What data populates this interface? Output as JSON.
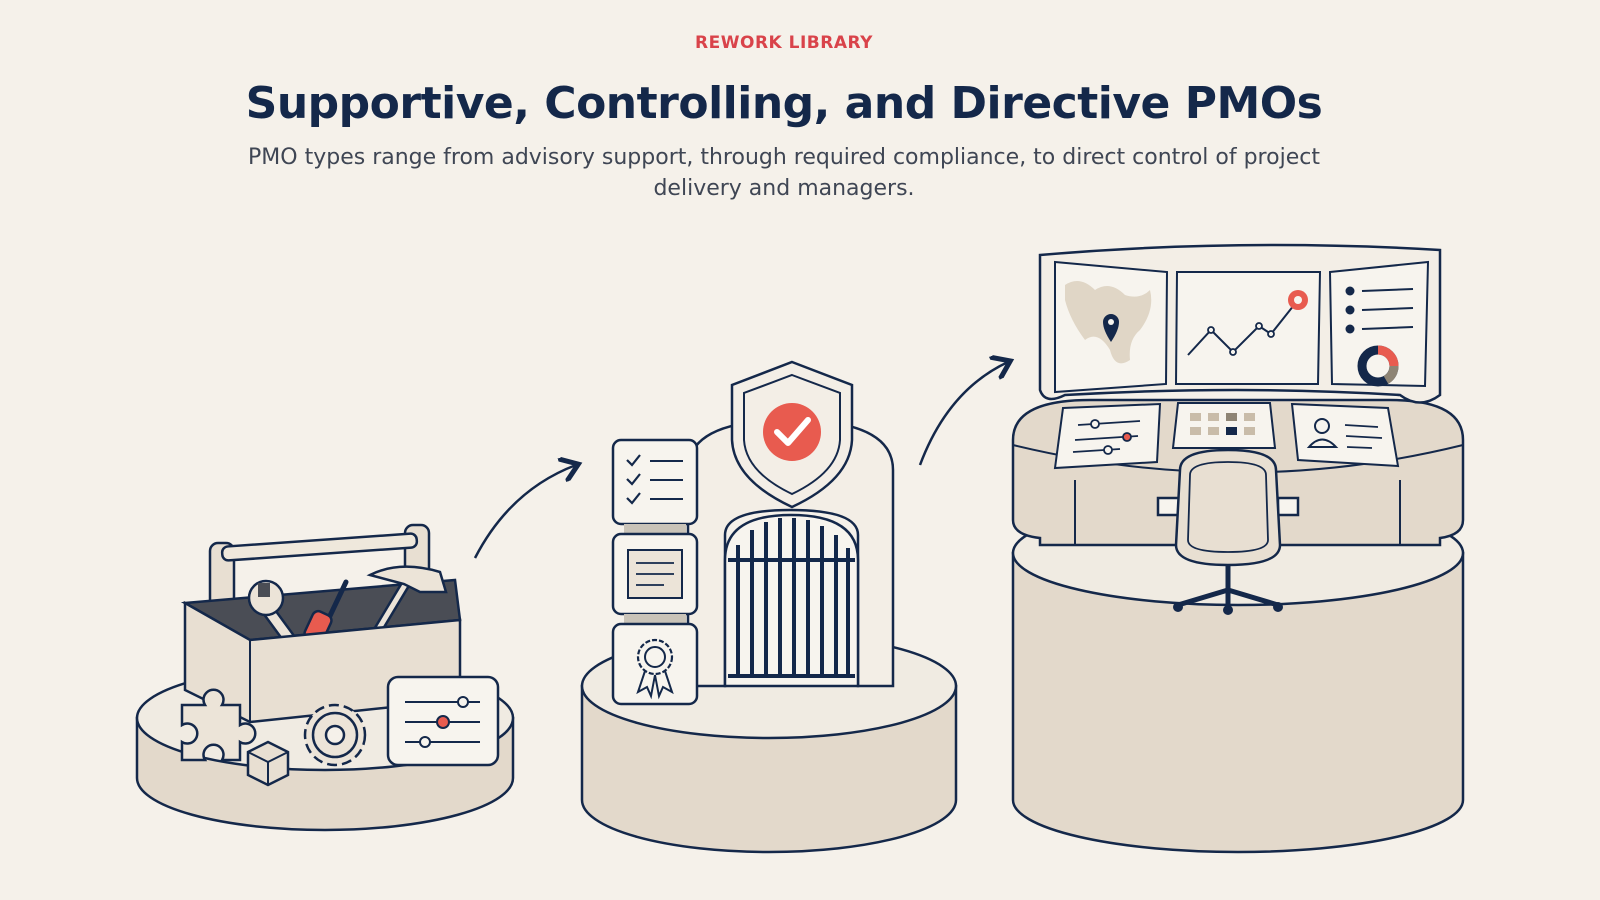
{
  "header": {
    "eyebrow": "REWORK LIBRARY",
    "title": "Supportive, Controlling, and Directive PMOs",
    "subtitle": "PMO types range from advisory support, through required compliance, to direct control of project delivery and managers."
  },
  "stages": [
    {
      "id": "supportive",
      "icon": "toolbox-icon",
      "level": 1
    },
    {
      "id": "controlling",
      "icon": "shield-gate-icon",
      "level": 2
    },
    {
      "id": "directive",
      "icon": "control-desk-icon",
      "level": 3
    }
  ],
  "colors": {
    "background": "#f5f1ea",
    "accent": "#d9434a",
    "ink": "#14284a",
    "pedestal": "#e6ddd0"
  }
}
